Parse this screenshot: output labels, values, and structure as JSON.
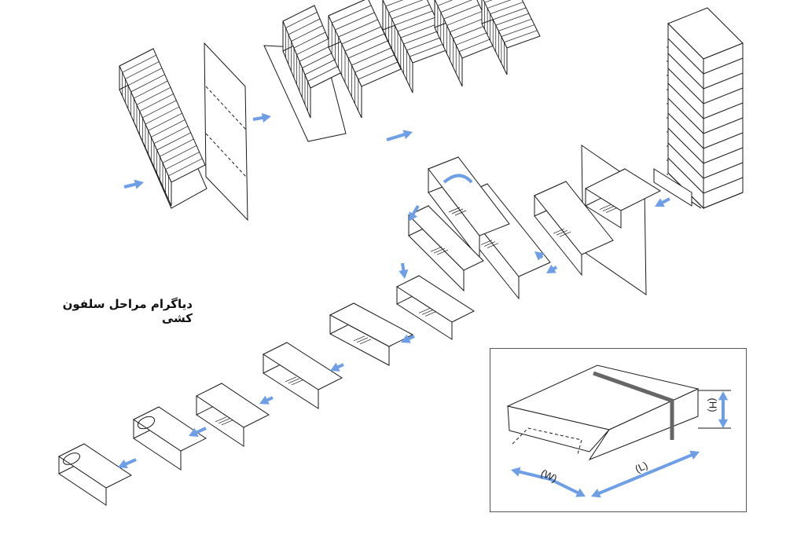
{
  "title": "دیاگرام مراحل سلفون کشی",
  "inset": {
    "height_label": "(H)",
    "width_label": "(W)",
    "length_label": "(L)"
  },
  "colors": {
    "arrow": "#6e9fe6",
    "line": "#1a1a1a",
    "band": "#666666"
  }
}
